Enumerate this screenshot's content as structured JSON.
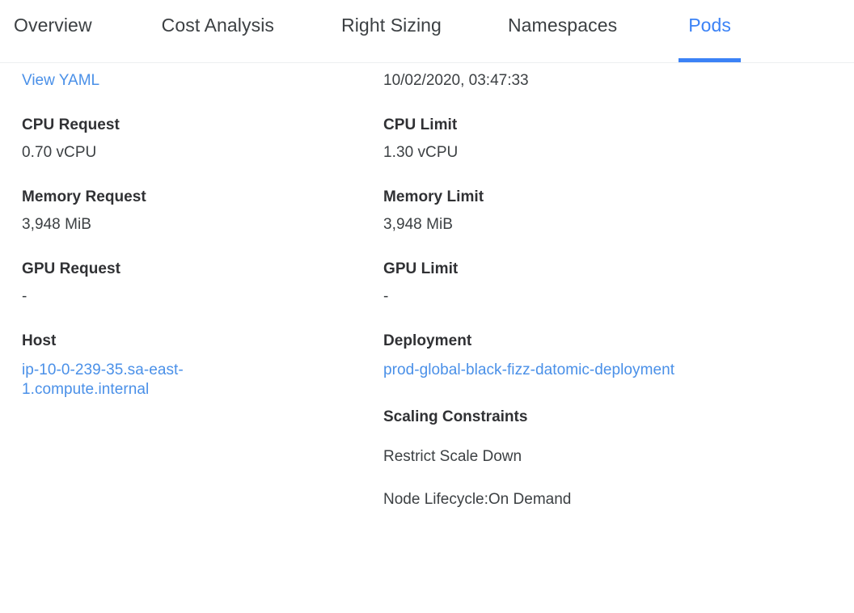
{
  "colors": {
    "accent": "#3b82f6",
    "link": "#4a90e8",
    "text": "#3c4043",
    "label": "#303134",
    "border": "#eceff1",
    "background": "#ffffff"
  },
  "tabs": [
    {
      "label": "Overview",
      "active": false
    },
    {
      "label": "Cost Analysis",
      "active": false
    },
    {
      "label": "Right Sizing",
      "active": false
    },
    {
      "label": "Namespaces",
      "active": false
    },
    {
      "label": "Pods",
      "active": true
    }
  ],
  "detail": {
    "left": {
      "view_yaml_link": "View YAML",
      "fields": [
        {
          "label": "CPU Request",
          "value": "0.70 vCPU"
        },
        {
          "label": "Memory Request",
          "value": "3,948 MiB"
        },
        {
          "label": "GPU Request",
          "value": "-"
        },
        {
          "label": "Host",
          "value": "ip-10-0-239-35.sa-east-1.compute.internal"
        }
      ]
    },
    "right": {
      "timestamp": "10/02/2020, 03:47:33",
      "fields": [
        {
          "label": "CPU Limit",
          "value": "1.30 vCPU"
        },
        {
          "label": "Memory Limit",
          "value": "3,948 MiB"
        },
        {
          "label": "GPU Limit",
          "value": "-"
        },
        {
          "label": "Deployment",
          "value": "prod-global-black-fizz-datomic-deployment"
        }
      ],
      "scaling": {
        "heading": "Scaling Constraints",
        "items": [
          "Restrict Scale Down",
          "Node Lifecycle:On Demand"
        ]
      }
    }
  }
}
